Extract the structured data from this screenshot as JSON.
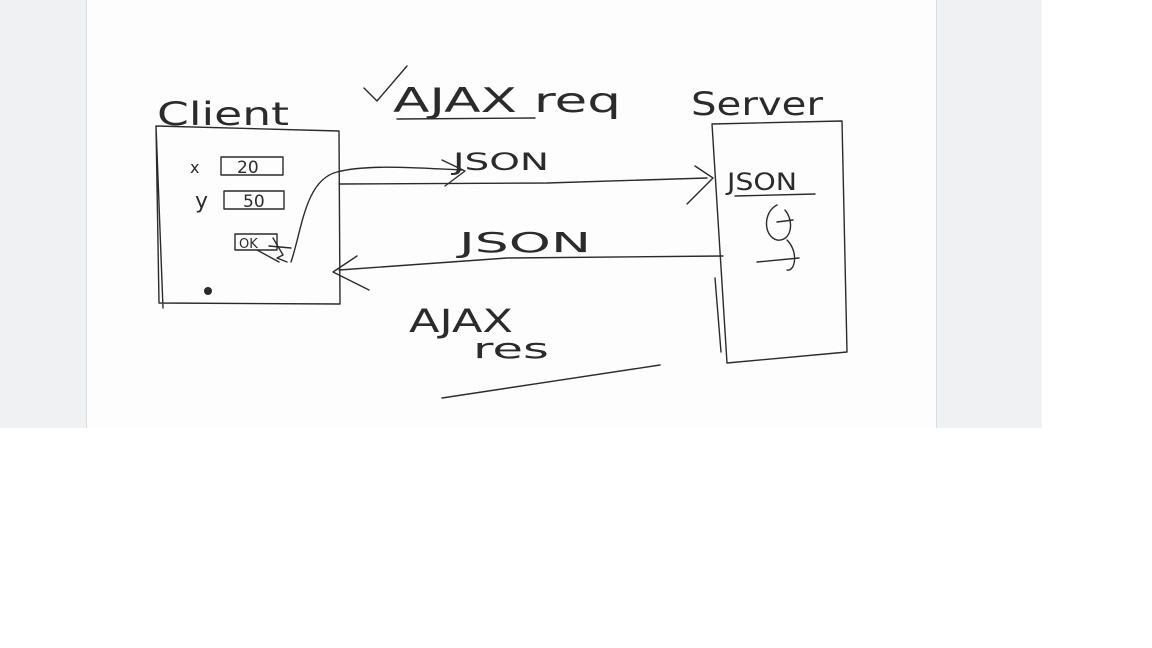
{
  "diagram": {
    "client": {
      "title": "Client",
      "fields": [
        {
          "label": "x",
          "value": "20"
        },
        {
          "label": "y",
          "value": "50"
        }
      ],
      "button_label": "OK"
    },
    "server": {
      "title": "Server",
      "inner_label": "JSON"
    },
    "request": {
      "label": "AJAX req",
      "check_mark": "✓",
      "payload_label": "JSON"
    },
    "response": {
      "label_line1": "AJAX",
      "label_line2": "res",
      "payload_label": "JSON"
    }
  }
}
